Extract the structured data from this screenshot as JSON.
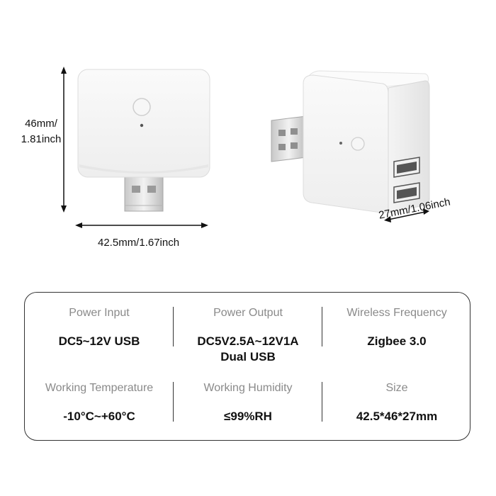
{
  "dimensions": {
    "height_line1": "46mm/",
    "height_line2": "1.81inch",
    "width": "42.5mm/1.67inch",
    "depth": "27mm/1.06inch"
  },
  "specs": [
    {
      "label": "Power Input",
      "value_line1": "DC5~12V USB",
      "value_line2": ""
    },
    {
      "label": "Power Output",
      "value_line1": "DC5V2.5A~12V1A",
      "value_line2": "Dual USB"
    },
    {
      "label": "Wireless Frequency",
      "value_line1": "Zigbee 3.0",
      "value_line2": ""
    },
    {
      "label": "Working Temperature",
      "value_line1": "-10°C~+60°C",
      "value_line2": ""
    },
    {
      "label": "Working Humidity",
      "value_line1": "≤99%RH",
      "value_line2": ""
    },
    {
      "label": "Size",
      "value_line1": "42.5*46*27mm",
      "value_line2": ""
    }
  ]
}
